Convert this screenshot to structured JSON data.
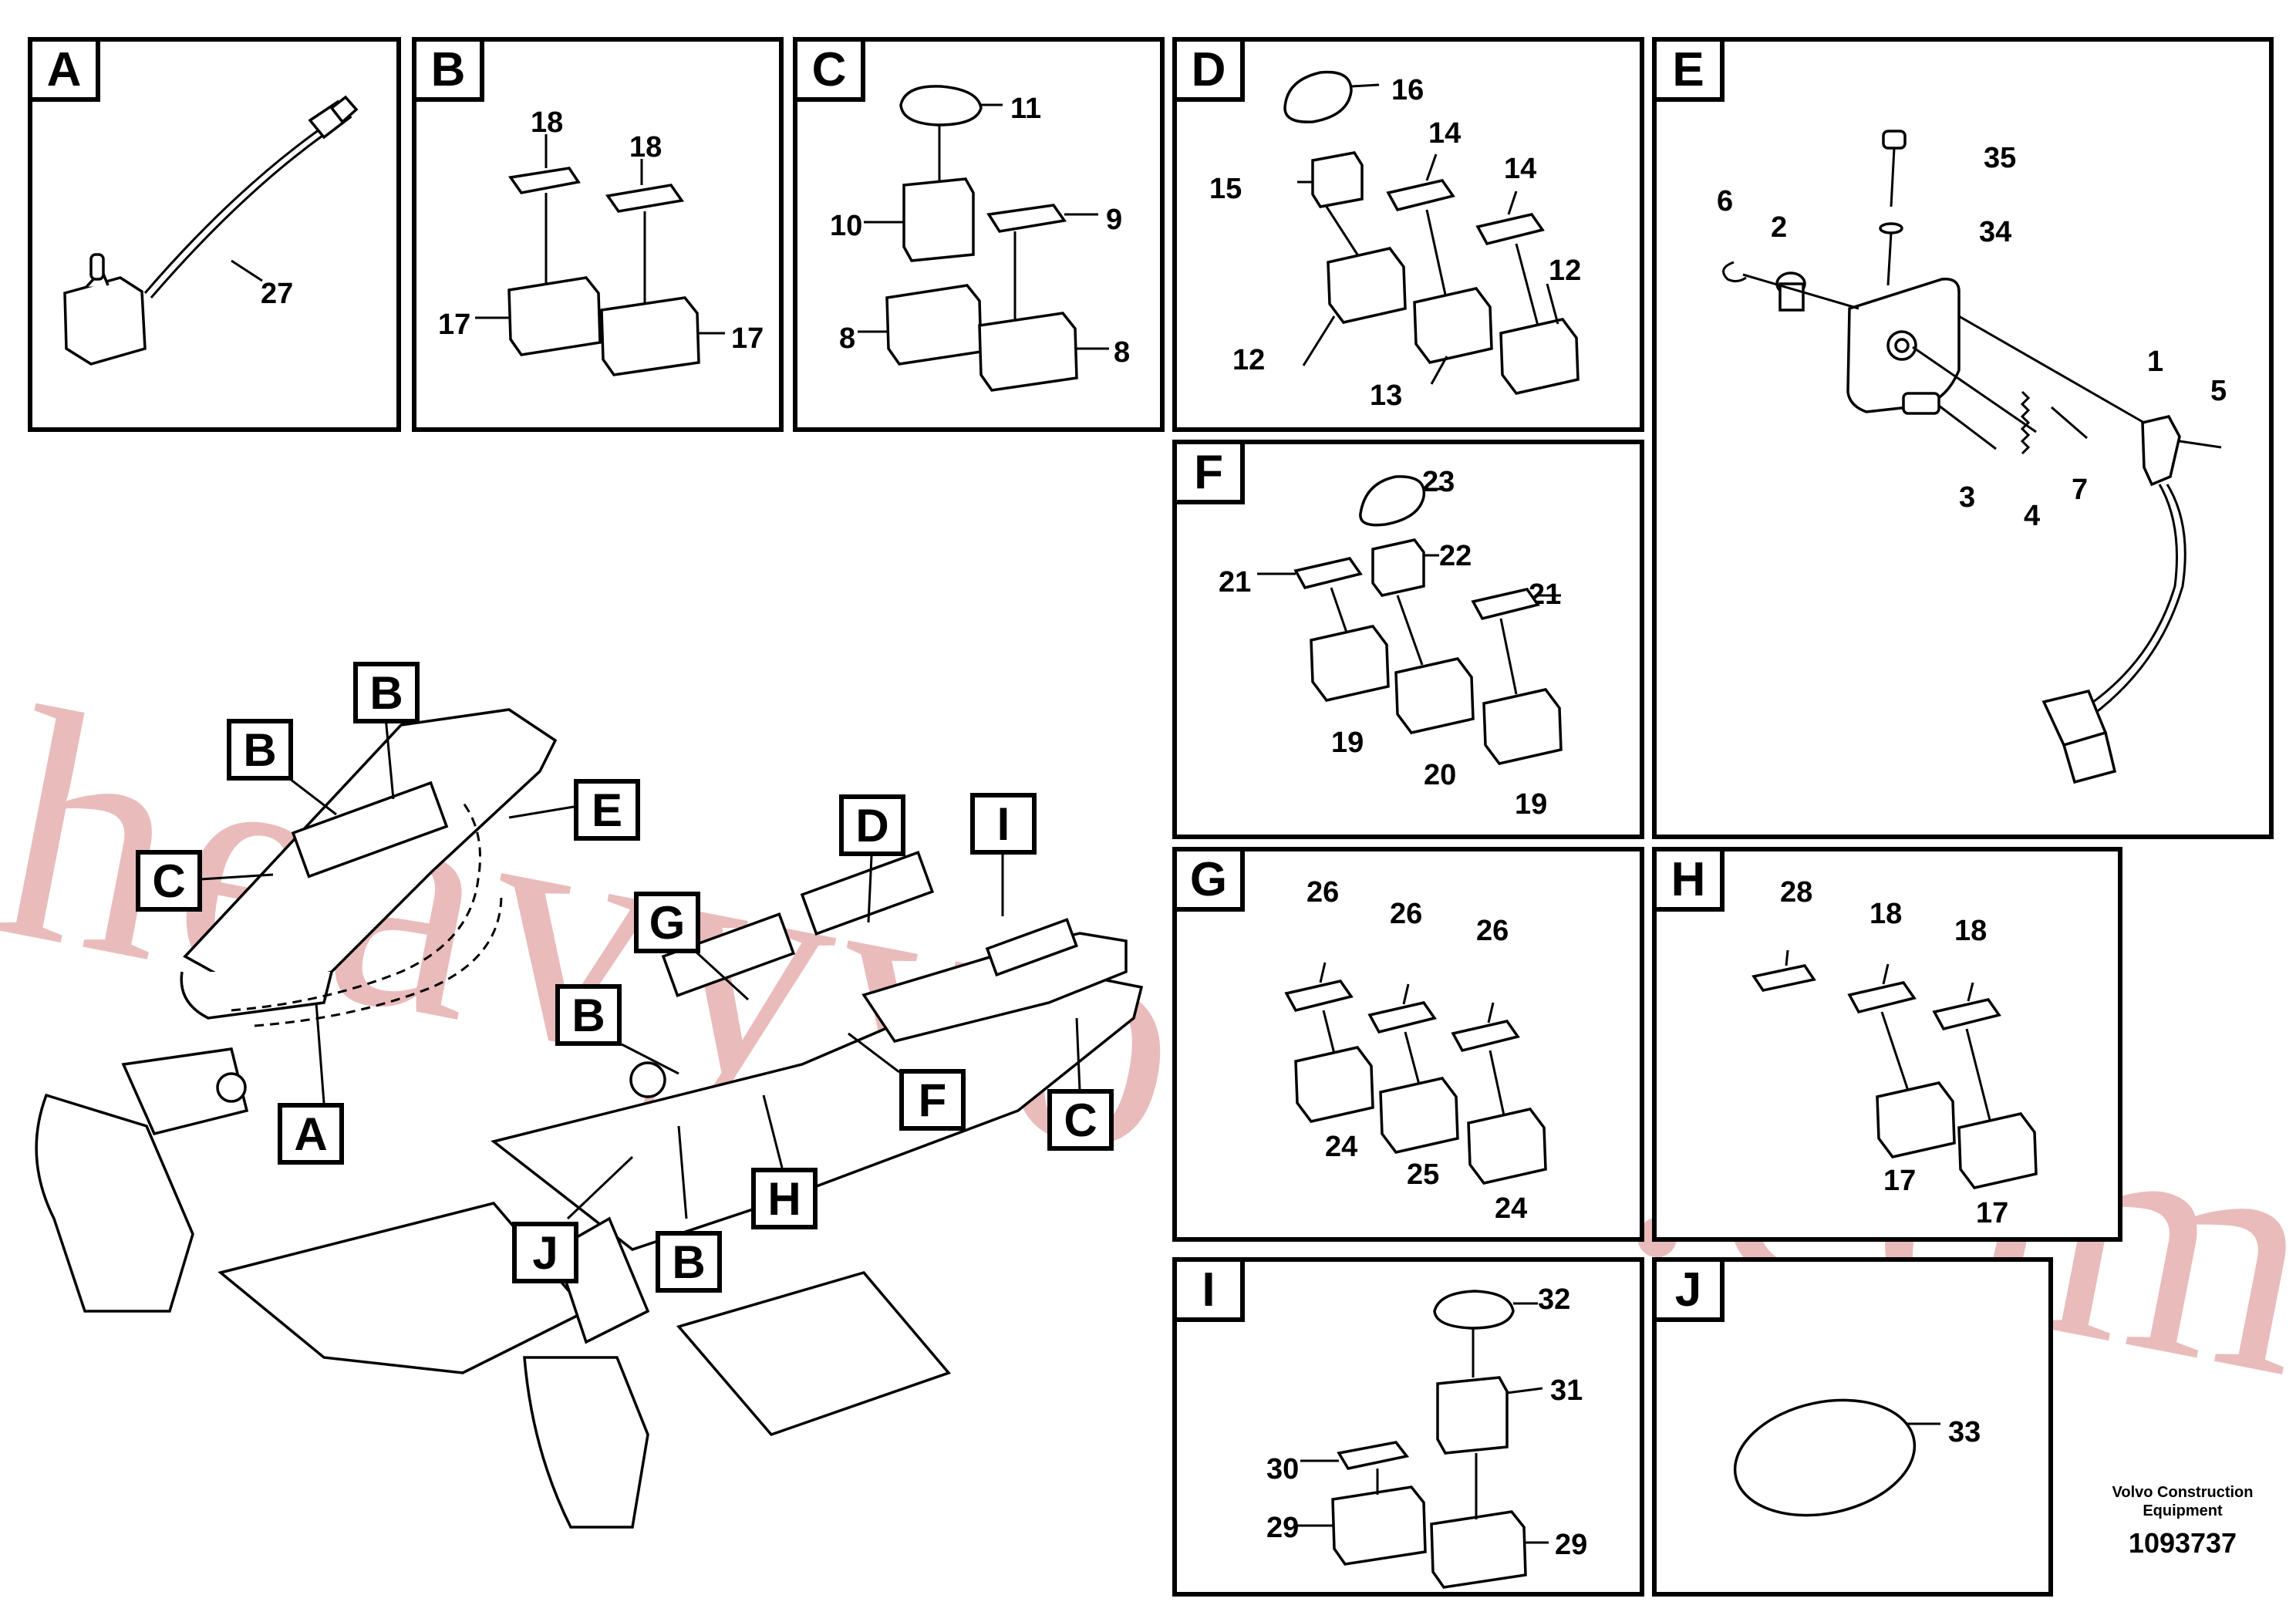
{
  "panels": {
    "A": {
      "letter": "A",
      "callouts": [
        "27"
      ]
    },
    "B": {
      "letter": "B",
      "callouts": [
        "18",
        "18",
        "17",
        "17"
      ]
    },
    "C": {
      "letter": "C",
      "callouts": [
        "11",
        "10",
        "9",
        "8",
        "8"
      ]
    },
    "D": {
      "letter": "D",
      "callouts": [
        "16",
        "14",
        "14",
        "15",
        "12",
        "12",
        "13"
      ]
    },
    "E": {
      "letter": "E",
      "callouts": [
        "35",
        "6",
        "2",
        "34",
        "1",
        "5",
        "3",
        "4",
        "7"
      ]
    },
    "F": {
      "letter": "F",
      "callouts": [
        "23",
        "22",
        "21",
        "21",
        "19",
        "20",
        "19"
      ]
    },
    "G": {
      "letter": "G",
      "callouts": [
        "26",
        "26",
        "26",
        "24",
        "25",
        "24"
      ]
    },
    "H": {
      "letter": "H",
      "callouts": [
        "28",
        "18",
        "18",
        "17",
        "17"
      ]
    },
    "I": {
      "letter": "I",
      "callouts": [
        "32",
        "31",
        "30",
        "29",
        "29"
      ]
    },
    "J": {
      "letter": "J",
      "callouts": [
        "33"
      ]
    }
  },
  "main_tags": [
    "B",
    "B",
    "E",
    "C",
    "G",
    "D",
    "I",
    "B",
    "A",
    "F",
    "C",
    "H",
    "J",
    "B"
  ],
  "footer": {
    "brand_line1": "Volvo Construction",
    "brand_line2": "Equipment",
    "drawing_number": "1093737"
  },
  "watermark": {
    "text": "heavyvolvo.com",
    "color": "#d67878"
  }
}
